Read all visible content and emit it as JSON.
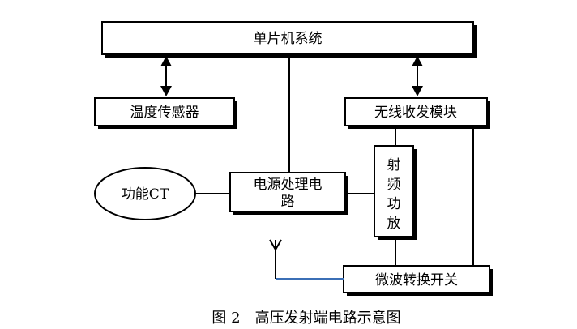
{
  "diagram": {
    "mcu": "单片机系统",
    "temp_sensor": "温度传感器",
    "wireless": "无线收发模块",
    "ct": "功能CT",
    "power_line1": "电源处理电",
    "power_line2": "路",
    "rf_amp": [
      "射",
      "频",
      "功",
      "放"
    ],
    "switch": "微波转换开关",
    "antenna_color": "#3b6fb6"
  },
  "caption": "图 2　高压发射端电路示意图"
}
